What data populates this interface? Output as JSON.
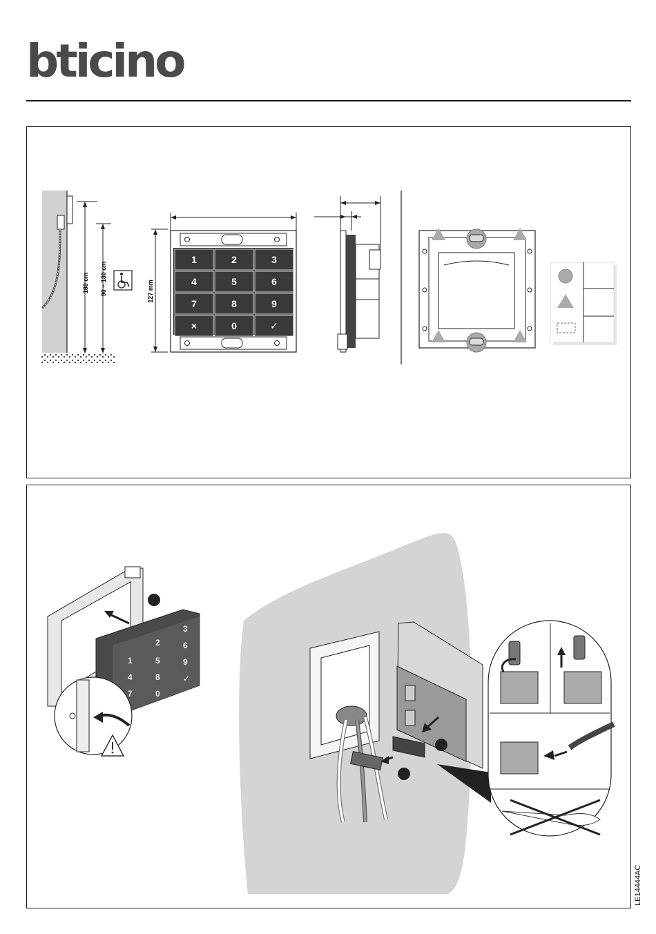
{
  "brand": {
    "logo_text": "bticino"
  },
  "wall_mount": {
    "height_total": "180 cm",
    "height_range": "90 – 130 cm",
    "accessibility_icon": "wheelchair-icon"
  },
  "front_view": {
    "height_label": "127 mm",
    "keypad": [
      "1",
      "2",
      "3",
      "4",
      "5",
      "6",
      "7",
      "8",
      "9",
      "×",
      "0",
      "✓"
    ]
  },
  "bottom_panel": {
    "keypad_module": [
      "3",
      "2",
      "6",
      "1",
      "5",
      "9",
      "4",
      "8",
      "7",
      "0",
      "✓"
    ]
  },
  "document_code": "LE14444AC"
}
